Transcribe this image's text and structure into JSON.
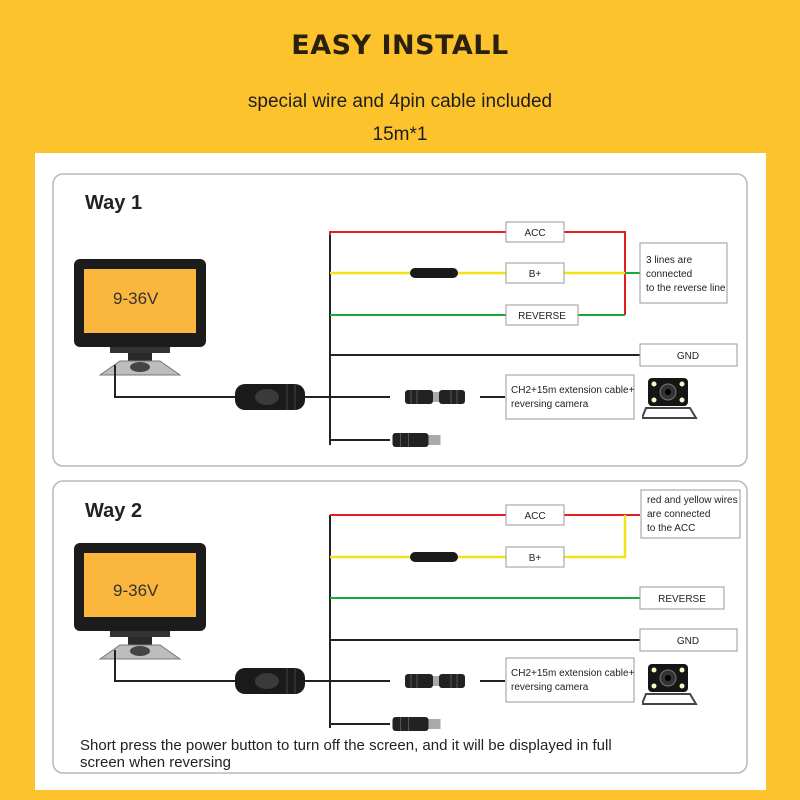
{
  "header": {
    "title": "EASY INSTALL",
    "subtitle": "special wire and 4pin cable included",
    "cable_length": "15m*1"
  },
  "colors": {
    "background": "#fcc32d",
    "acc_wire": "#e02020",
    "b_plus_wire": "#f1e21a",
    "reverse_wire": "#1aa83a",
    "gnd_wire": "#222222",
    "screen": "#fbb73d"
  },
  "way1": {
    "title": "Way 1",
    "monitor_voltage": "9-36V",
    "labels": {
      "acc": "ACC",
      "b_plus": "B+",
      "reverse": "REVERSE",
      "gnd": "GND"
    },
    "note": [
      "3 lines are",
      "connected",
      "to the reverse line"
    ],
    "camera_note": [
      "CH2+15m extension cable+",
      "reversing camera"
    ]
  },
  "way2": {
    "title": "Way 2",
    "monitor_voltage": "9-36V",
    "labels": {
      "acc": "ACC",
      "b_plus": "B+",
      "reverse": "REVERSE",
      "gnd": "GND"
    },
    "note": [
      "red and yellow wires",
      "are connected",
      "to the ACC"
    ],
    "camera_note": [
      "CH2+15m extension cable+",
      "reversing camera"
    ]
  },
  "footnote": "Short press the power button to turn off the screen, and it will be displayed in full screen when reversing"
}
